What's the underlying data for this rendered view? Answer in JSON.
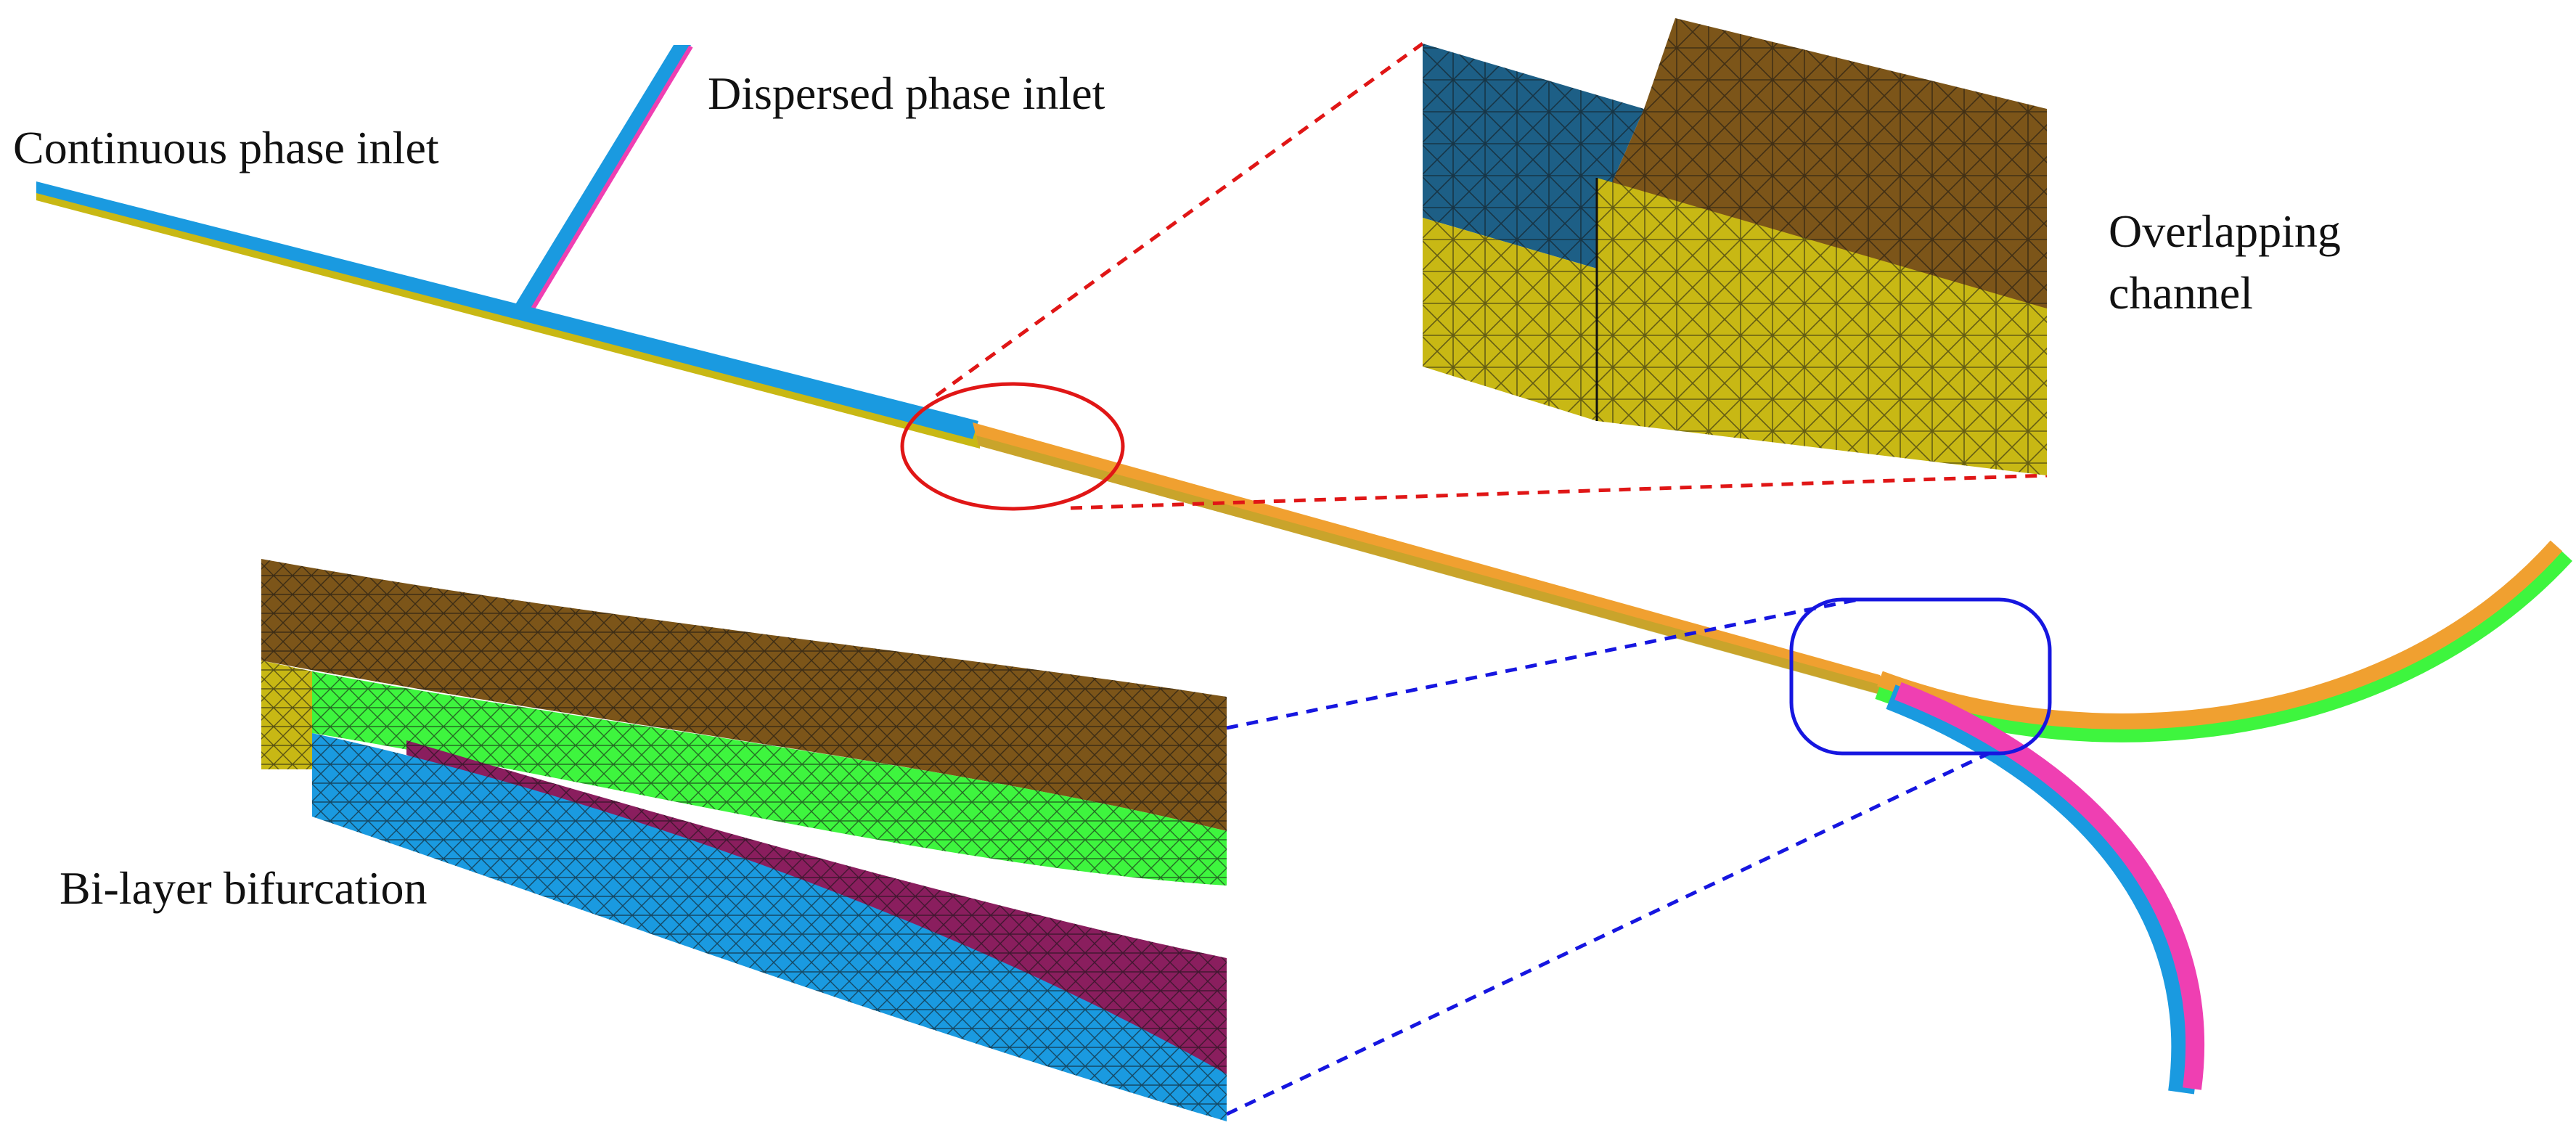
{
  "labels": {
    "continuous_inlet": "Continuous phase inlet",
    "dispersed_inlet": "Dispersed phase inlet",
    "overlapping_line1": "Overlapping",
    "overlapping_line2": "channel",
    "bifurcation": "Bi-layer bifurcation"
  },
  "colors": {
    "blue_phase": "#1a9ae0",
    "magenta_phase": "#ef3fb2",
    "yellow_phase": "#c8b814",
    "brown_phase": "#7c5519",
    "green_phase": "#3ef53e",
    "orange_phase": "#f0a030",
    "dark_blue_phase": "#1d5f86",
    "purple_phase": "#8a1e5e",
    "red_callout": "#e01616",
    "blue_callout": "#1616e0"
  }
}
